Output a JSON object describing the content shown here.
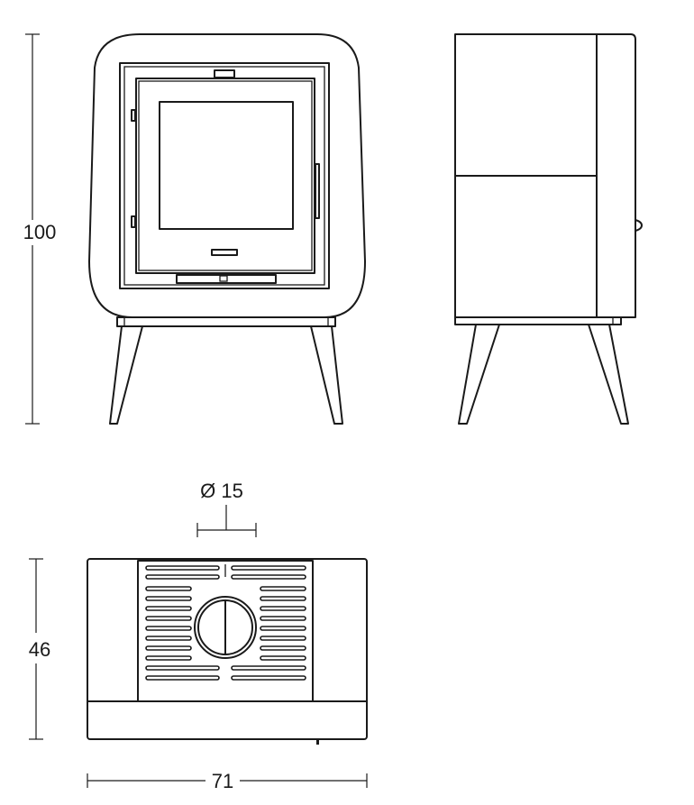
{
  "dimensions": {
    "height_label": "100",
    "depth_label": "46",
    "width_label": "71",
    "flue_label": "Ø 15"
  },
  "colors": {
    "line": "#1a1a1a",
    "background": "#ffffff"
  }
}
